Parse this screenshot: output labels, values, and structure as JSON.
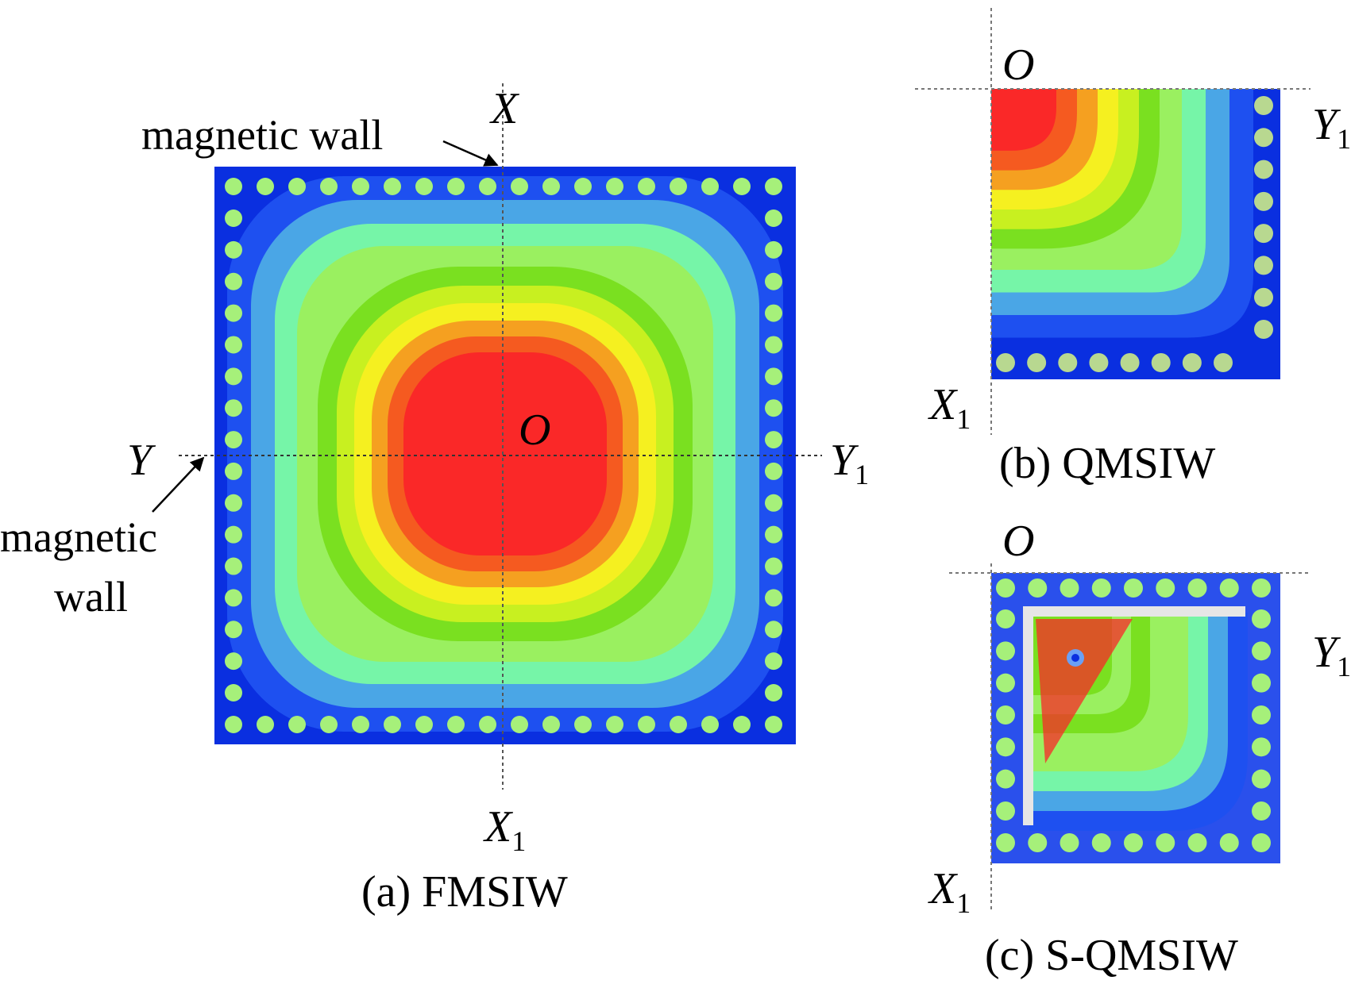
{
  "figure": {
    "panel_a": {
      "caption": "(a) FMSIW",
      "axis_x": "X",
      "axis_x1_main": "X",
      "axis_x1_sub": "1",
      "axis_y": "Y",
      "axis_y1_main": "Y",
      "axis_y1_sub": "1",
      "origin": "O",
      "wall_label_top": "magnetic wall",
      "wall_label_left_line1": "magnetic",
      "wall_label_left_line2": "wall"
    },
    "panel_b": {
      "caption": "(b) QMSIW",
      "origin": "O",
      "axis_x1_main": "X",
      "axis_x1_sub": "1",
      "axis_y1_main": "Y",
      "axis_y1_sub": "1"
    },
    "panel_c": {
      "caption": "(c) S-QMSIW",
      "origin": "O",
      "axis_x1_main": "X",
      "axis_x1_sub": "1",
      "axis_y1_main": "Y",
      "axis_y1_sub": "1"
    },
    "colors": {
      "substrate": "#0a2fe0",
      "via": "#a6f07a",
      "via_pale": "#b8d890",
      "field_scale": [
        "#1e50f0",
        "#4aa6e6",
        "#76f5a8",
        "#9af060",
        "#7ae020",
        "#c8f020",
        "#f5f020",
        "#f5a020",
        "#f55a20",
        "#fa2828"
      ]
    }
  }
}
